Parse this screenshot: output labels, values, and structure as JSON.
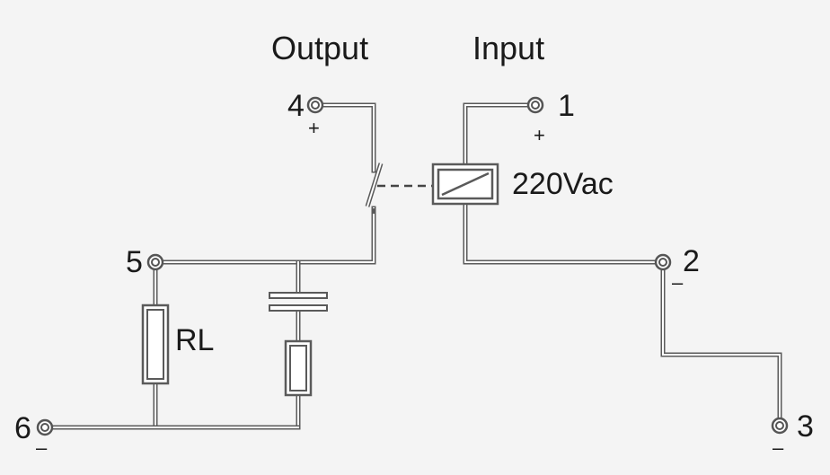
{
  "headings": {
    "output": "Output",
    "input": "Input"
  },
  "terminals": [
    {
      "id": "1",
      "label": "1",
      "polarity": "+"
    },
    {
      "id": "2",
      "label": "2",
      "polarity": "–"
    },
    {
      "id": "3",
      "label": "3",
      "polarity": "–"
    },
    {
      "id": "4",
      "label": "4",
      "polarity": "+"
    },
    {
      "id": "5",
      "label": "5",
      "polarity": ""
    },
    {
      "id": "6",
      "label": "6",
      "polarity": "–"
    }
  ],
  "components": {
    "coil_rating": "220Vac",
    "load_label": "RL"
  },
  "colors": {
    "background": "#f4f4f4",
    "wire": "#5a5a5a",
    "text": "#1a1a1a"
  }
}
